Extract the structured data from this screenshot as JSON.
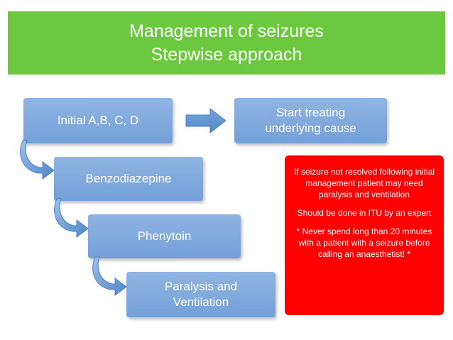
{
  "title": {
    "line1": "Management of seizures",
    "line2": "Stepwise approach"
  },
  "steps": {
    "initial": "Initial A,B, C, D",
    "cause_line1": "Start treating",
    "cause_line2": "underlying cause",
    "benzo": "Benzodiazepine",
    "phenytoin": "Phenytoin",
    "paralysis_line1": "Paralysis and",
    "paralysis_line2": "Ventilation"
  },
  "alert": {
    "para1": "If seizure not resolved following initial management patient may need paralysis and ventilation",
    "para2": "Should be done in ITU by an expert",
    "para3": "* Never spend long than 20 minutes with a patient with a seizure before calling an anaesthetist! *"
  },
  "colors": {
    "banner": "#6cc93f",
    "box": "#7fa8dc",
    "alert": "#ff0000",
    "arrow": "#5f93d0"
  },
  "icons": {
    "right_arrow": "right-arrow-icon",
    "curved_arrow": "curved-down-right-arrow-icon"
  }
}
